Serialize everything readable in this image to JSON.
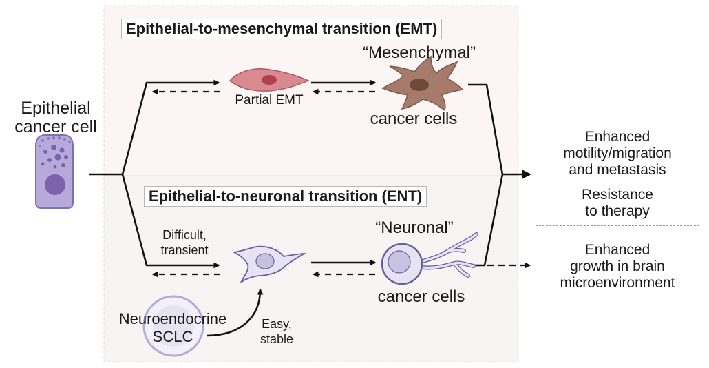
{
  "emt": {
    "title": "Epithelial-to-mesenchymal transition (EMT)",
    "partial_label": "Partial EMT",
    "mesenchymal_quote": "“Mesenchymal”",
    "mesenchymal_cells": "cancer cells"
  },
  "ent": {
    "title": "Epithelial-to-neuronal transition (ENT)",
    "difficult_line1": "Difficult,",
    "difficult_line2": "transient",
    "neuronal_quote": "“Neuronal”",
    "neuronal_cells": "cancer cells",
    "neuroendocrine_line1": "Neuroendocrine",
    "neuroendocrine_line2": "SCLC",
    "easy_line1": "Easy,",
    "easy_line2": "stable"
  },
  "epithelial": {
    "line1": "Epithelial",
    "line2": "cancer cell"
  },
  "outcomes": {
    "box1_line1": "Enhanced",
    "box1_line2": "motility/migration",
    "box1_line3": "and metastasis",
    "box1_line4": "Resistance",
    "box1_line5": "to therapy",
    "box2_line1": "Enhanced",
    "box2_line2": "growth in brain",
    "box2_line3": "microenvironment"
  },
  "colors": {
    "emt_panel": "#fcf5f5",
    "ent_panel": "#f6f5f4",
    "epithelial_cell": "#b7aadb",
    "nucleus": "#7b62ad",
    "partial_emt_cell": "#d98a90",
    "mesenchymal_cell": "#a67b6c",
    "neuronal_cell": "#e6e3f3",
    "neuronal_outline": "#6a5f9e"
  }
}
